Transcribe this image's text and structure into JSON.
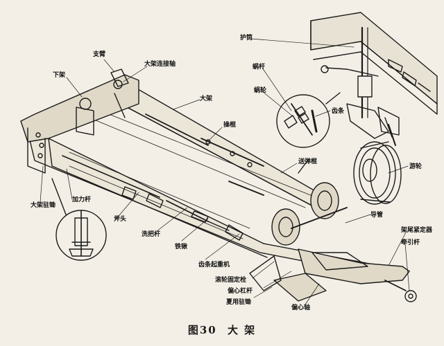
{
  "caption": {
    "figure": "图30",
    "title": "大 架"
  },
  "labels": {
    "zhibi": "支臂",
    "xiajia": "下架",
    "dajia_lianjiezhou": "大架连接轴",
    "dajia": "大架",
    "caogun": "操棍",
    "hutong": "护筒",
    "wogan": "蜗杆",
    "wolun": "蜗轮",
    "chitiao": "齿条",
    "songdangun": "送弹棍",
    "youlun": "游轮",
    "dajia_zhujiao": "大架驻锄",
    "jialigan": "加力杆",
    "futou": "斧头",
    "xibagan": "洗把杆",
    "tieqiao": "铁锹",
    "chitiao_qizhongji": "齿条起重机",
    "gunlun_gudingshuan": "滚轮固定栓",
    "pianxin_gangan": "偏心杠杆",
    "xiayong_zhuchu": "夏用驻锄",
    "pianxinzhou": "偏心轴",
    "daoguan": "导管",
    "jiawei_jindingqi": "架尾紧定器",
    "qianyingan": "牵引杆"
  },
  "colors": {
    "paper": "#f3efe6",
    "ink": "#1a1a1a"
  }
}
